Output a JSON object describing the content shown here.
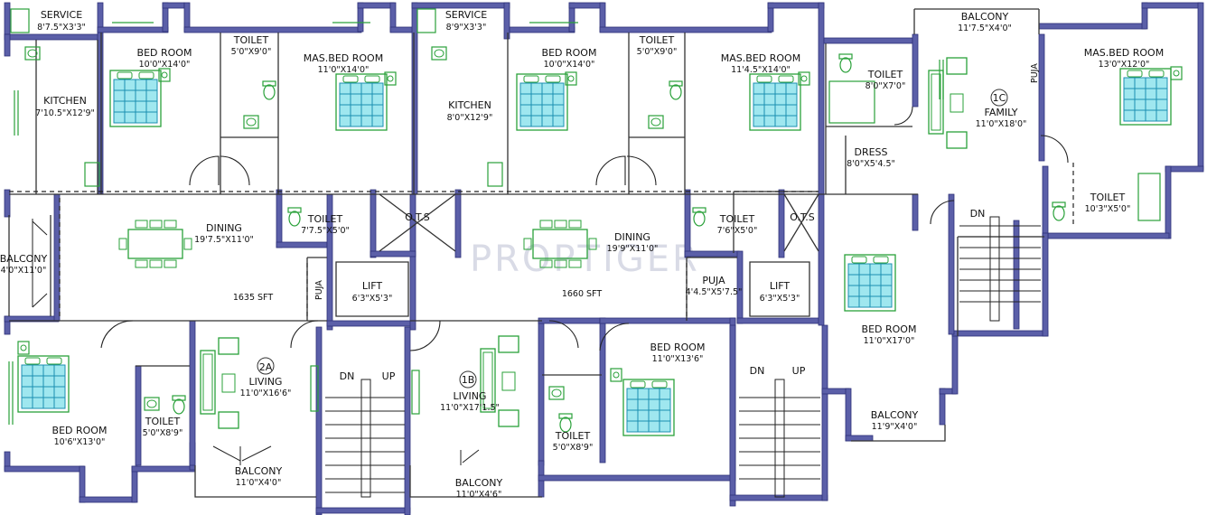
{
  "watermark": "PROPTIGER",
  "rooms": [
    {
      "id": "service-a",
      "name": "SERVICE",
      "dim": "8'7.5\"X3'3\""
    },
    {
      "id": "kitchen-a",
      "name": "KITCHEN",
      "dim": "7'10.5\"X12'9\""
    },
    {
      "id": "bedroom-a1",
      "name": "BED ROOM",
      "dim": "10'0\"X14'0\""
    },
    {
      "id": "toilet-a1",
      "name": "TOILET",
      "dim": "5'0\"X9'0\""
    },
    {
      "id": "masbed-a",
      "name": "MAS.BED ROOM",
      "dim": "11'0\"X14'0\""
    },
    {
      "id": "service-b",
      "name": "SERVICE",
      "dim": "8'9\"X3'3\""
    },
    {
      "id": "kitchen-b",
      "name": "KITCHEN",
      "dim": "8'0\"X12'9\""
    },
    {
      "id": "bedroom-b1",
      "name": "BED ROOM",
      "dim": "10'0\"X14'0\""
    },
    {
      "id": "toilet-b1",
      "name": "TOILET",
      "dim": "5'0\"X9'0\""
    },
    {
      "id": "masbed-b",
      "name": "MAS.BED ROOM",
      "dim": "11'4.5\"X14'0\""
    },
    {
      "id": "toilet-c1",
      "name": "TOILET",
      "dim": "8'0\"X7'0\""
    },
    {
      "id": "balcony-c1",
      "name": "BALCONY",
      "dim": "11'7.5\"X4'0\""
    },
    {
      "id": "masbed-c",
      "name": "MAS.BED ROOM",
      "dim": "13'0\"X12'0\""
    },
    {
      "id": "dress-c",
      "name": "DRESS",
      "dim": "8'0\"X5'4.5\""
    },
    {
      "id": "toilet-c2",
      "name": "TOILET",
      "dim": "10'3\"X5'0\""
    },
    {
      "id": "dining-a",
      "name": "DINING",
      "dim": "19'7.5\"X11'0\""
    },
    {
      "id": "balcony-a1",
      "name": "BALCONY",
      "dim": "4'0\"X11'0\""
    },
    {
      "id": "toilet-a2",
      "name": "TOILET",
      "dim": "7'7.5\"X5'0\""
    },
    {
      "id": "lift-a",
      "name": "LIFT",
      "dim": "6'3\"X5'3\""
    },
    {
      "id": "dining-b",
      "name": "DINING",
      "dim": "19'9\"X11'0\""
    },
    {
      "id": "toilet-b2",
      "name": "TOILET",
      "dim": "7'6\"X5'0\""
    },
    {
      "id": "puja-b",
      "name": "PUJA",
      "dim": "4'4.5\"X5'7.5\""
    },
    {
      "id": "lift-b",
      "name": "LIFT",
      "dim": "6'3\"X5'3\""
    },
    {
      "id": "bedroom-c",
      "name": "BED ROOM",
      "dim": "11'0\"X17'0\""
    },
    {
      "id": "bedroom-a2",
      "name": "BED ROOM",
      "dim": "10'6\"X13'0\""
    },
    {
      "id": "toilet-a3",
      "name": "TOILET",
      "dim": "5'0\"X8'9\""
    },
    {
      "id": "living-a",
      "name": "LIVING",
      "dim": "11'0\"X16'6\""
    },
    {
      "id": "balcony-a2",
      "name": "BALCONY",
      "dim": "11'0\"X4'0\""
    },
    {
      "id": "living-b",
      "name": "LIVING",
      "dim": "11'0\"X17'1.5\""
    },
    {
      "id": "balcony-b",
      "name": "BALCONY",
      "dim": "11'0\"X4'6\""
    },
    {
      "id": "toilet-b3",
      "name": "TOILET",
      "dim": "5'0\"X8'9\""
    },
    {
      "id": "bedroom-b2",
      "name": "BED ROOM",
      "dim": "11'0\"X13'6\""
    },
    {
      "id": "balcony-c2",
      "name": "BALCONY",
      "dim": "11'9\"X4'0\""
    }
  ],
  "family": {
    "name": "FAMILY",
    "dim": "11'0\"X18'0\""
  },
  "ots": [
    "O.T.S",
    "O.T.S"
  ],
  "puja_vertical": [
    "PUJA",
    "PUJA"
  ],
  "areas": [
    "1635 SFT",
    "1660 SFT"
  ],
  "unit_tags": [
    "2A",
    "1B",
    "1C"
  ],
  "stairs": [
    {
      "dn": "DN",
      "up": "UP"
    },
    {
      "dn": "DN",
      "up": "UP"
    },
    {
      "dn": "DN"
    }
  ]
}
